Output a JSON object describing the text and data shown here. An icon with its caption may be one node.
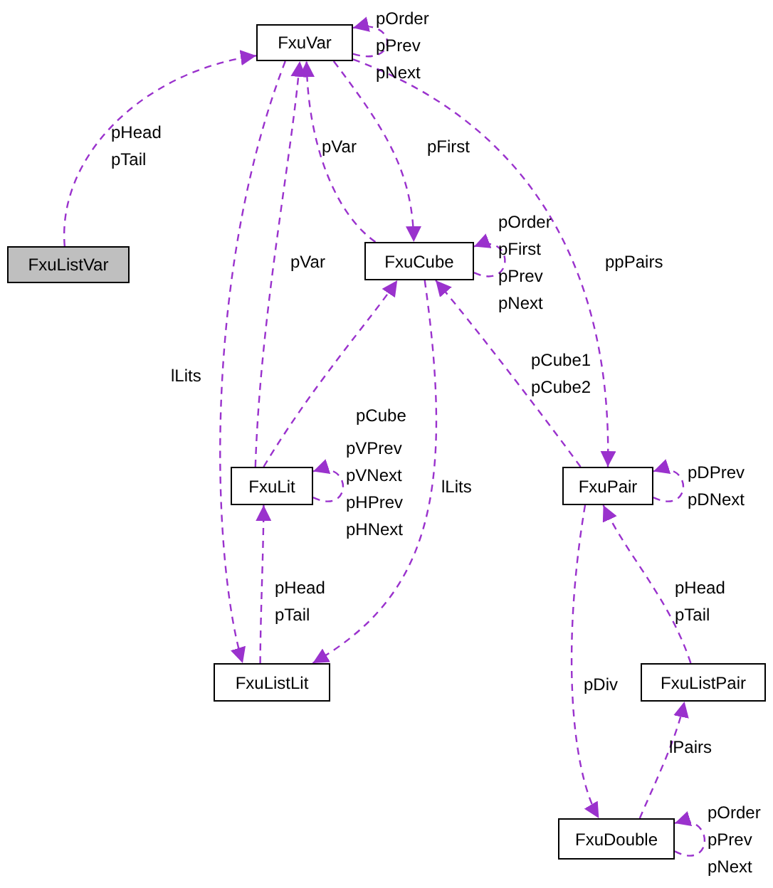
{
  "diagram": {
    "nodes": [
      {
        "text": [
          "FxuVar"
        ]
      },
      {
        "text": [
          "FxuListVar"
        ]
      },
      {
        "text": [
          "FxuCube"
        ]
      },
      {
        "text": [
          "FxuLit"
        ]
      },
      {
        "text": [
          "FxuPair"
        ]
      },
      {
        "text": [
          "FxuListLit"
        ]
      },
      {
        "text": [
          "FxuListPair"
        ]
      },
      {
        "text": [
          "FxuDouble"
        ]
      }
    ],
    "edges": [
      {
        "from": 1,
        "to": 0,
        "arrow": "to",
        "label": "pHead pTail",
        "style": "dashed"
      },
      {
        "from": 0,
        "to": 0,
        "arrow": "to",
        "label": "pOrder pPrev pNext",
        "style": "dashed"
      },
      {
        "from": 2,
        "to": 0,
        "arrow": "to",
        "label": "pVar",
        "style": "dashed"
      },
      {
        "from": 3,
        "to": 0,
        "arrow": "to",
        "label": "pVar",
        "style": "dashed"
      },
      {
        "from": 0,
        "to": 2,
        "arrow": "to",
        "label": "pFirst",
        "style": "dashed"
      },
      {
        "from": 0,
        "to": 5,
        "arrow": "to",
        "label": "lLits",
        "style": "dashed"
      },
      {
        "from": 0,
        "to": 4,
        "arrow": "to",
        "label": "ppPairs",
        "style": "dashed"
      },
      {
        "from": 2,
        "to": 2,
        "arrow": "to",
        "label": "pOrder pFirst pPrev pNext",
        "style": "dashed"
      },
      {
        "from": 3,
        "to": 2,
        "arrow": "to",
        "label": "pCube",
        "style": "dashed"
      },
      {
        "from": 4,
        "to": 2,
        "arrow": "to",
        "label": "pCube1 pCube2",
        "style": "dashed"
      },
      {
        "from": 2,
        "to": 5,
        "arrow": "to",
        "label": "lLits",
        "style": "dashed"
      },
      {
        "from": 3,
        "to": 3,
        "arrow": "to",
        "label": "pVPrev pVNext pHPrev pHNext",
        "style": "dashed"
      },
      {
        "from": 5,
        "to": 3,
        "arrow": "to",
        "label": "pHead pTail",
        "style": "dashed"
      },
      {
        "from": 4,
        "to": 4,
        "arrow": "to",
        "label": "pDPrev pDNext",
        "style": "dashed"
      },
      {
        "from": 6,
        "to": 4,
        "arrow": "to",
        "label": "pHead pTail",
        "style": "dashed"
      },
      {
        "from": 4,
        "to": 7,
        "arrow": "to",
        "label": "pDiv",
        "style": "dashed"
      },
      {
        "from": 7,
        "to": 6,
        "arrow": "to",
        "label": "lPairs",
        "style": "dashed"
      },
      {
        "from": 7,
        "to": 7,
        "arrow": "to",
        "label": "pOrder pPrev pNext",
        "style": "dashed"
      }
    ]
  }
}
